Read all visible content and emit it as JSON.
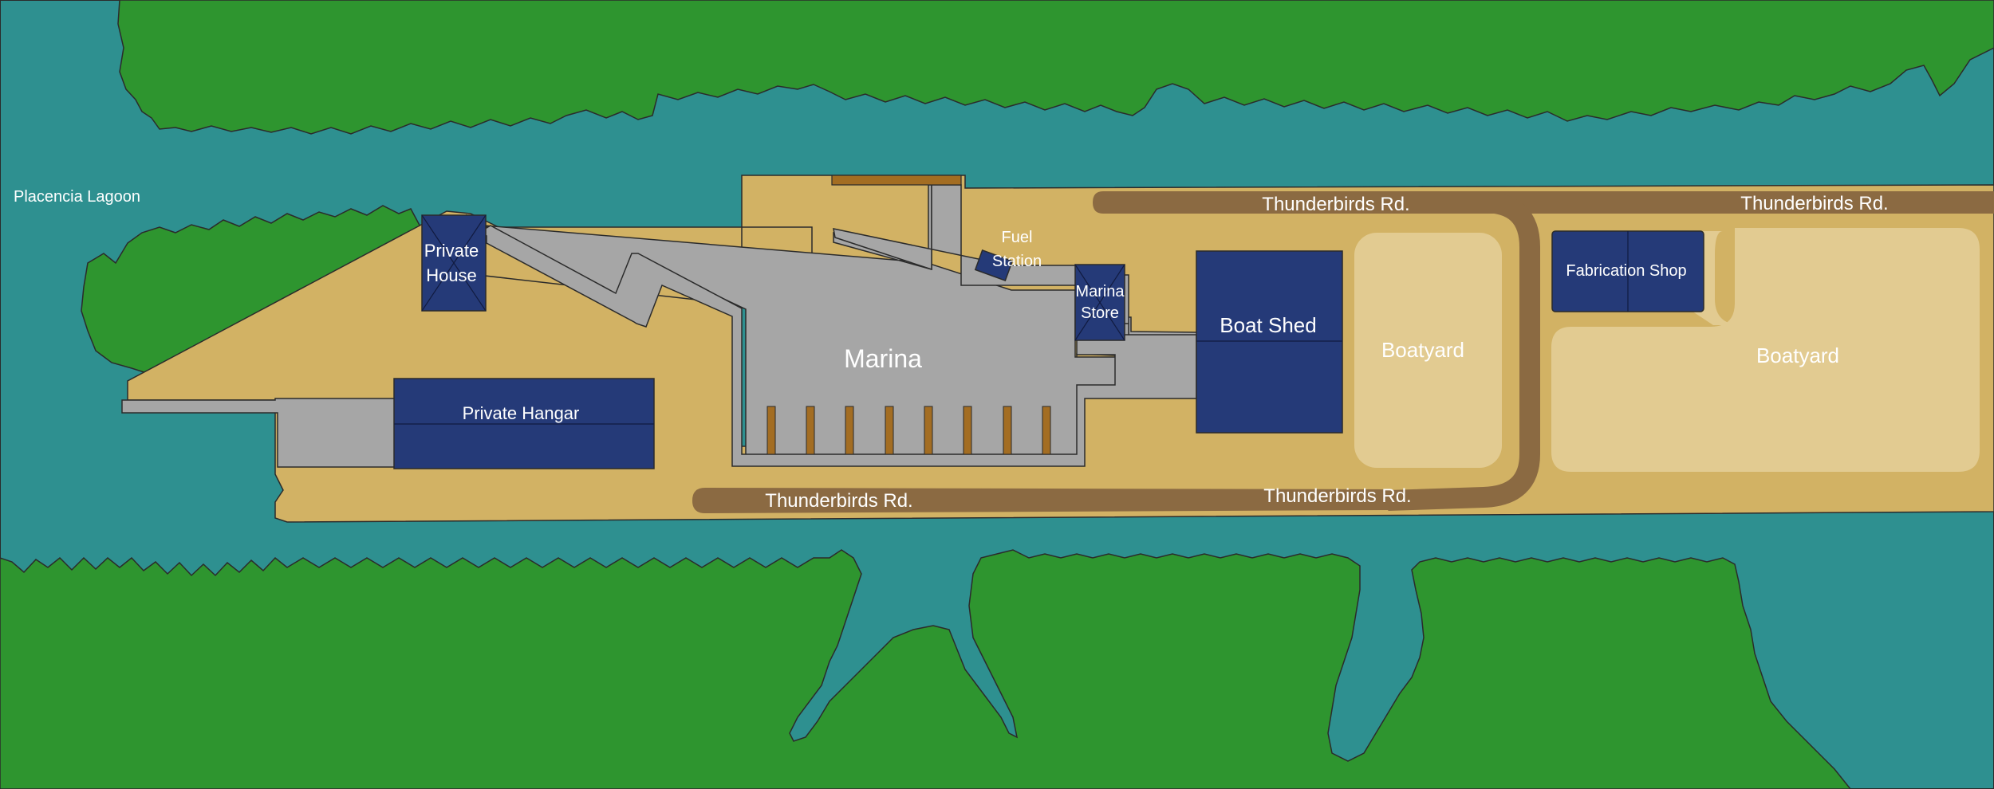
{
  "colors": {
    "water": "#2e9090",
    "forest": "#2e952f",
    "sand": "#d2b264",
    "light_sand": "#e2cb91",
    "road": "#8b6a42",
    "pier": "#a6a6a6",
    "building": "#253a78",
    "wood": "#a36d22",
    "outline": "#2b2b2b",
    "text": "#ffffff"
  },
  "labels": {
    "lagoon": "Placencia Lagoon",
    "marina": "Marina",
    "private_house": [
      "Private",
      "House"
    ],
    "private_hangar": "Private Hangar",
    "fuel_station": [
      "Fuel",
      "Station"
    ],
    "marina_store": [
      "Marina",
      "Store"
    ],
    "boat_shed": "Boat Shed",
    "boatyard_1": "Boatyard",
    "boatyard_2": "Boatyard",
    "fabrication_shop": "Fabrication Shop",
    "road_top_1": "Thunderbirds Rd.",
    "road_top_2": "Thunderbirds Rd.",
    "road_bottom_1": "Thunderbirds Rd.",
    "road_bottom_2": "Thunderbirds Rd."
  }
}
